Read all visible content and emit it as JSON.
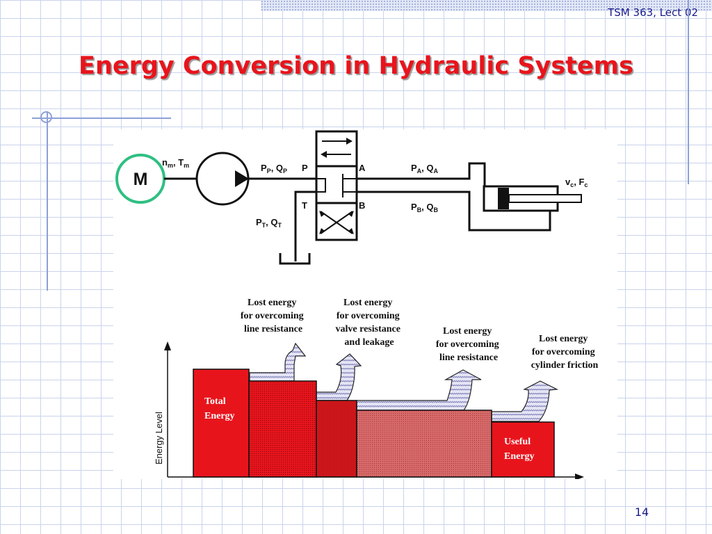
{
  "header": {
    "course": "TSM 363, Lect 02",
    "title": "Energy Conversion in Hydraulic Systems",
    "page_number": "14"
  },
  "circuit": {
    "motor": "M",
    "motor_output": [
      "n",
      "m",
      ", T",
      "m"
    ],
    "pump_out": [
      "P",
      "P",
      ", Q",
      "P"
    ],
    "port_p": "P",
    "port_t": "T",
    "port_a": "A",
    "port_b": "B",
    "line_a": [
      "P",
      "A",
      ", Q",
      "A"
    ],
    "line_b": [
      "P",
      "B",
      ", Q",
      "B"
    ],
    "tank_line": [
      "P",
      "T",
      ", Q",
      "T"
    ],
    "cylinder": [
      "v",
      "c",
      ", F",
      "c"
    ]
  },
  "energy_diagram": {
    "y_axis_label": "Energy Level",
    "bars": [
      {
        "label": [
          "Total",
          "Energy"
        ],
        "color": "#e8141c"
      },
      {
        "label": [],
        "color": "#e0141c"
      },
      {
        "label": [],
        "color": "#dd1a1e"
      },
      {
        "label": [],
        "color": "#cf6262"
      },
      {
        "label": [
          "Useful",
          "Energy"
        ],
        "color": "#e8141c"
      }
    ],
    "losses": [
      {
        "text": [
          "Lost energy",
          "for overcoming",
          "line resistance"
        ]
      },
      {
        "text": [
          "Lost energy",
          "for overcoming",
          "valve resistance",
          "and leakage"
        ]
      },
      {
        "text": [
          "Lost energy",
          "for overcoming",
          "line resistance"
        ]
      },
      {
        "text": [
          "Lost energy",
          "for overcoming",
          "cylinder friction"
        ]
      }
    ]
  }
}
